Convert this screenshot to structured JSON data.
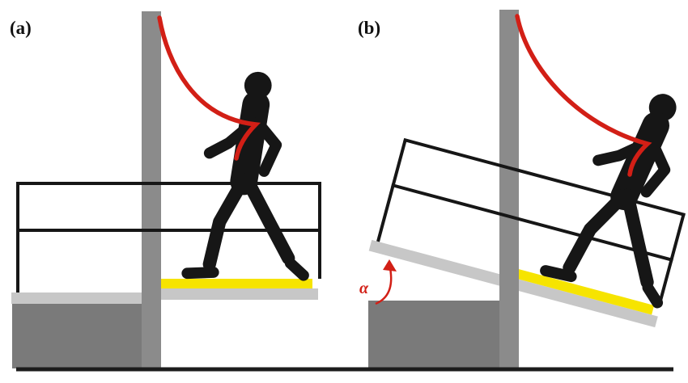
{
  "figure": {
    "description": "Two-panel schematic of a person walking on a treadmill with overhead safety rope: (a) level treadmill, (b) inclined treadmill with incline angle alpha",
    "panels": {
      "a": {
        "label": "(a)"
      },
      "b": {
        "label": "(b)",
        "angle_label": "α"
      }
    },
    "colors": {
      "rope": "#d21f16",
      "belt": "#f6e400",
      "platform": "#c7c7c7",
      "pillar": "#8b8b8b",
      "base": "#7a7a7a",
      "frame": "#161616",
      "silhouette": "#161616",
      "ground": "#1c1c1c",
      "angle": "#d21f16",
      "background": "#ffffff"
    }
  }
}
